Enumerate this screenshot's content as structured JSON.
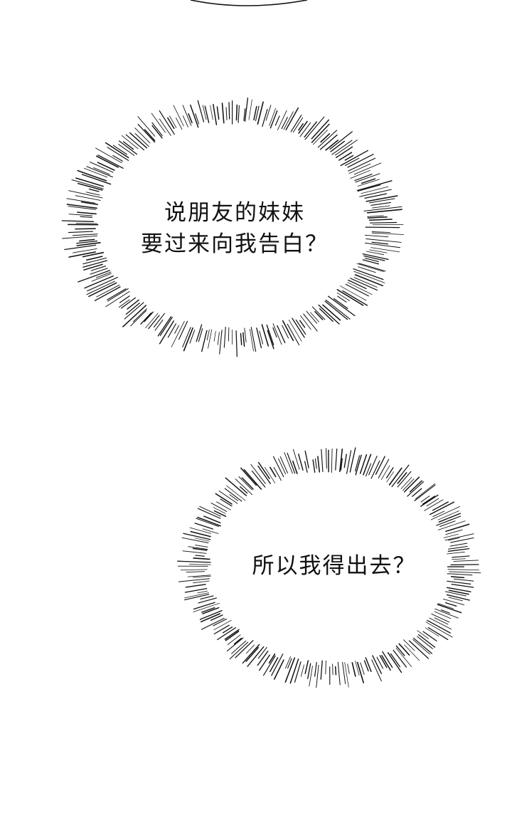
{
  "panel": {
    "background_color": "#ffffff",
    "ink_color": "#111111",
    "bubbles": [
      {
        "style": "burst-spiky",
        "lines": [
          "说朋友的妹妹",
          "要过来向我告白？"
        ]
      },
      {
        "style": "burst-spiky",
        "lines": [
          "所以我得出去？"
        ]
      }
    ]
  }
}
